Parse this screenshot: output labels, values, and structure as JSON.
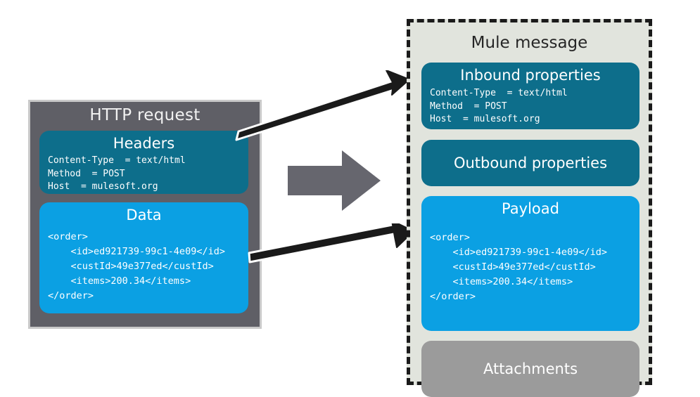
{
  "diagram": {
    "title_semantic": "http-request-to-mule-message",
    "colors": {
      "panel_grey": "#5f5f66",
      "panel_border_grey": "#c9c9c9",
      "teal": "#0d6e8b",
      "blue": "#0ba0e3",
      "attachment_grey": "#9b9b9b",
      "mule_panel_bg": "#e1e4dd",
      "mule_panel_border": "#1a1a1a",
      "arrow_black": "#1a1a1a",
      "arrow_grey": "#66666e",
      "text_white": "#ffffff",
      "text_dark": "#262626"
    }
  },
  "http_request": {
    "title": "HTTP request",
    "headers": {
      "title": "Headers",
      "lines": "Content-Type  = text/html\nMethod  = POST\nHost  = mulesoft.org"
    },
    "data": {
      "title": "Data",
      "xml": "<order>\n    <id>ed921739-99c1-4e09</id>\n    <custId>49e377ed</custId>\n    <items>200.34</items>\n</order>"
    }
  },
  "mule_message": {
    "title": "Mule message",
    "inbound_properties": {
      "title": "Inbound properties",
      "lines": "Content-Type  = text/html\nMethod  = POST\nHost  = mulesoft.org"
    },
    "outbound_properties": {
      "title": "Outbound properties"
    },
    "payload": {
      "title": "Payload",
      "xml": "<order>\n    <id>ed921739-99c1-4e09</id>\n    <custId>49e377ed</custId>\n    <items>200.34</items>\n</order>"
    },
    "attachments": {
      "title": "Attachments"
    }
  },
  "arrows": {
    "headers_to_inbound": "arrow-headers-to-inbound",
    "data_to_payload": "arrow-data-to-payload",
    "transform": "grey-transform-arrow"
  }
}
